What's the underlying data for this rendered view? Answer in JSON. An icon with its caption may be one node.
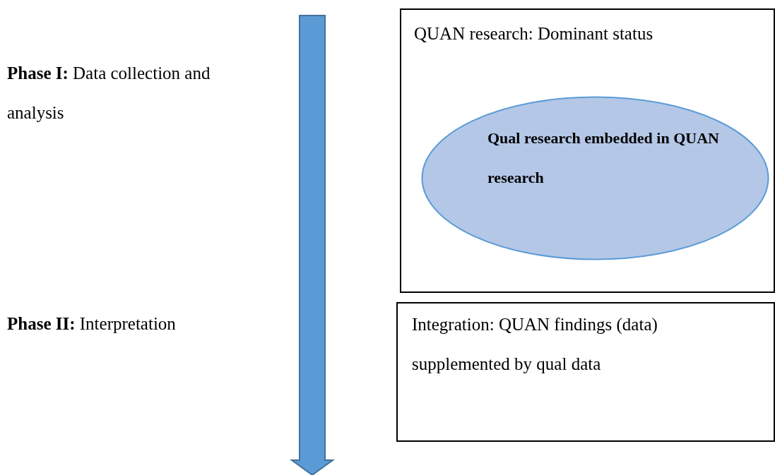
{
  "diagram": {
    "nodes": [
      {
        "text": [
          "QUAN research: Dominant status"
        ]
      },
      {
        "text": [
          "Qual research embedded in QUAN research"
        ],
        "in": 0
      },
      {
        "text": [
          "Integration: QUAN findings (data) supplemented by qual data"
        ]
      }
    ],
    "labels": [
      "**Phase I:** Data collection and analysis",
      "**Phase II:** Interpretation"
    ]
  }
}
